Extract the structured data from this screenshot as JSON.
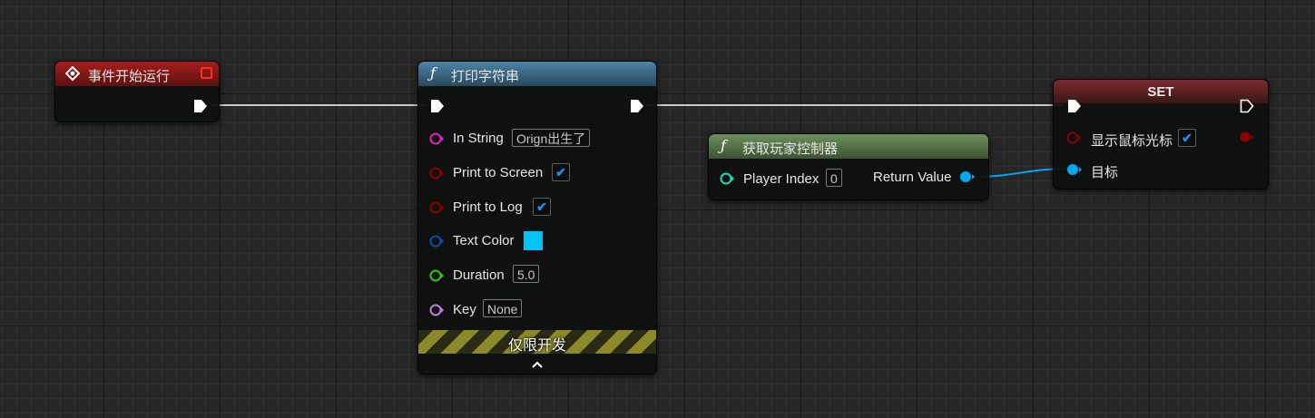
{
  "colors": {
    "event_header": "#8a1c1c",
    "function_header": "#3e6c8a",
    "pure_function_header": "#5a7a4c",
    "set_header": "#6e2a2a",
    "exec_pin": "#ffffff",
    "string_pin": "#e31ec3",
    "bool_pin": "#8c0000",
    "struct_pin": "#0a4ea8",
    "float_pin": "#35c01a",
    "name_pin": "#c27dd6",
    "int_pin": "#1fd9b0",
    "object_pin": "#00a8f3",
    "text_color_value": "#00c4f3"
  },
  "begin_play": {
    "title": "事件开始运行",
    "icon": "event-diamond-icon"
  },
  "print_string": {
    "title": "打印字符串",
    "fn_icon": "ƒ",
    "pins": {
      "in_string": {
        "label": "In String",
        "value": "Orign出生了"
      },
      "print_to_screen": {
        "label": "Print to Screen",
        "checked": true,
        "mark": "✔"
      },
      "print_to_log": {
        "label": "Print to Log",
        "checked": true,
        "mark": "✔"
      },
      "text_color": {
        "label": "Text Color"
      },
      "duration": {
        "label": "Duration",
        "value": "5.0"
      },
      "key": {
        "label": "Key",
        "value": "None"
      }
    },
    "dev_only_label": "仅限开发",
    "expand_icon": "chevron-up-icon"
  },
  "get_player_controller": {
    "title": "获取玩家控制器",
    "fn_icon": "ƒ",
    "player_index": {
      "label": "Player Index",
      "value": "0"
    },
    "return_value": {
      "label": "Return Value"
    }
  },
  "set_node": {
    "title": "SET",
    "show_mouse_cursor": {
      "label": "显示鼠标光标",
      "checked": true,
      "mark": "✔"
    },
    "target": {
      "label": "目标"
    }
  }
}
